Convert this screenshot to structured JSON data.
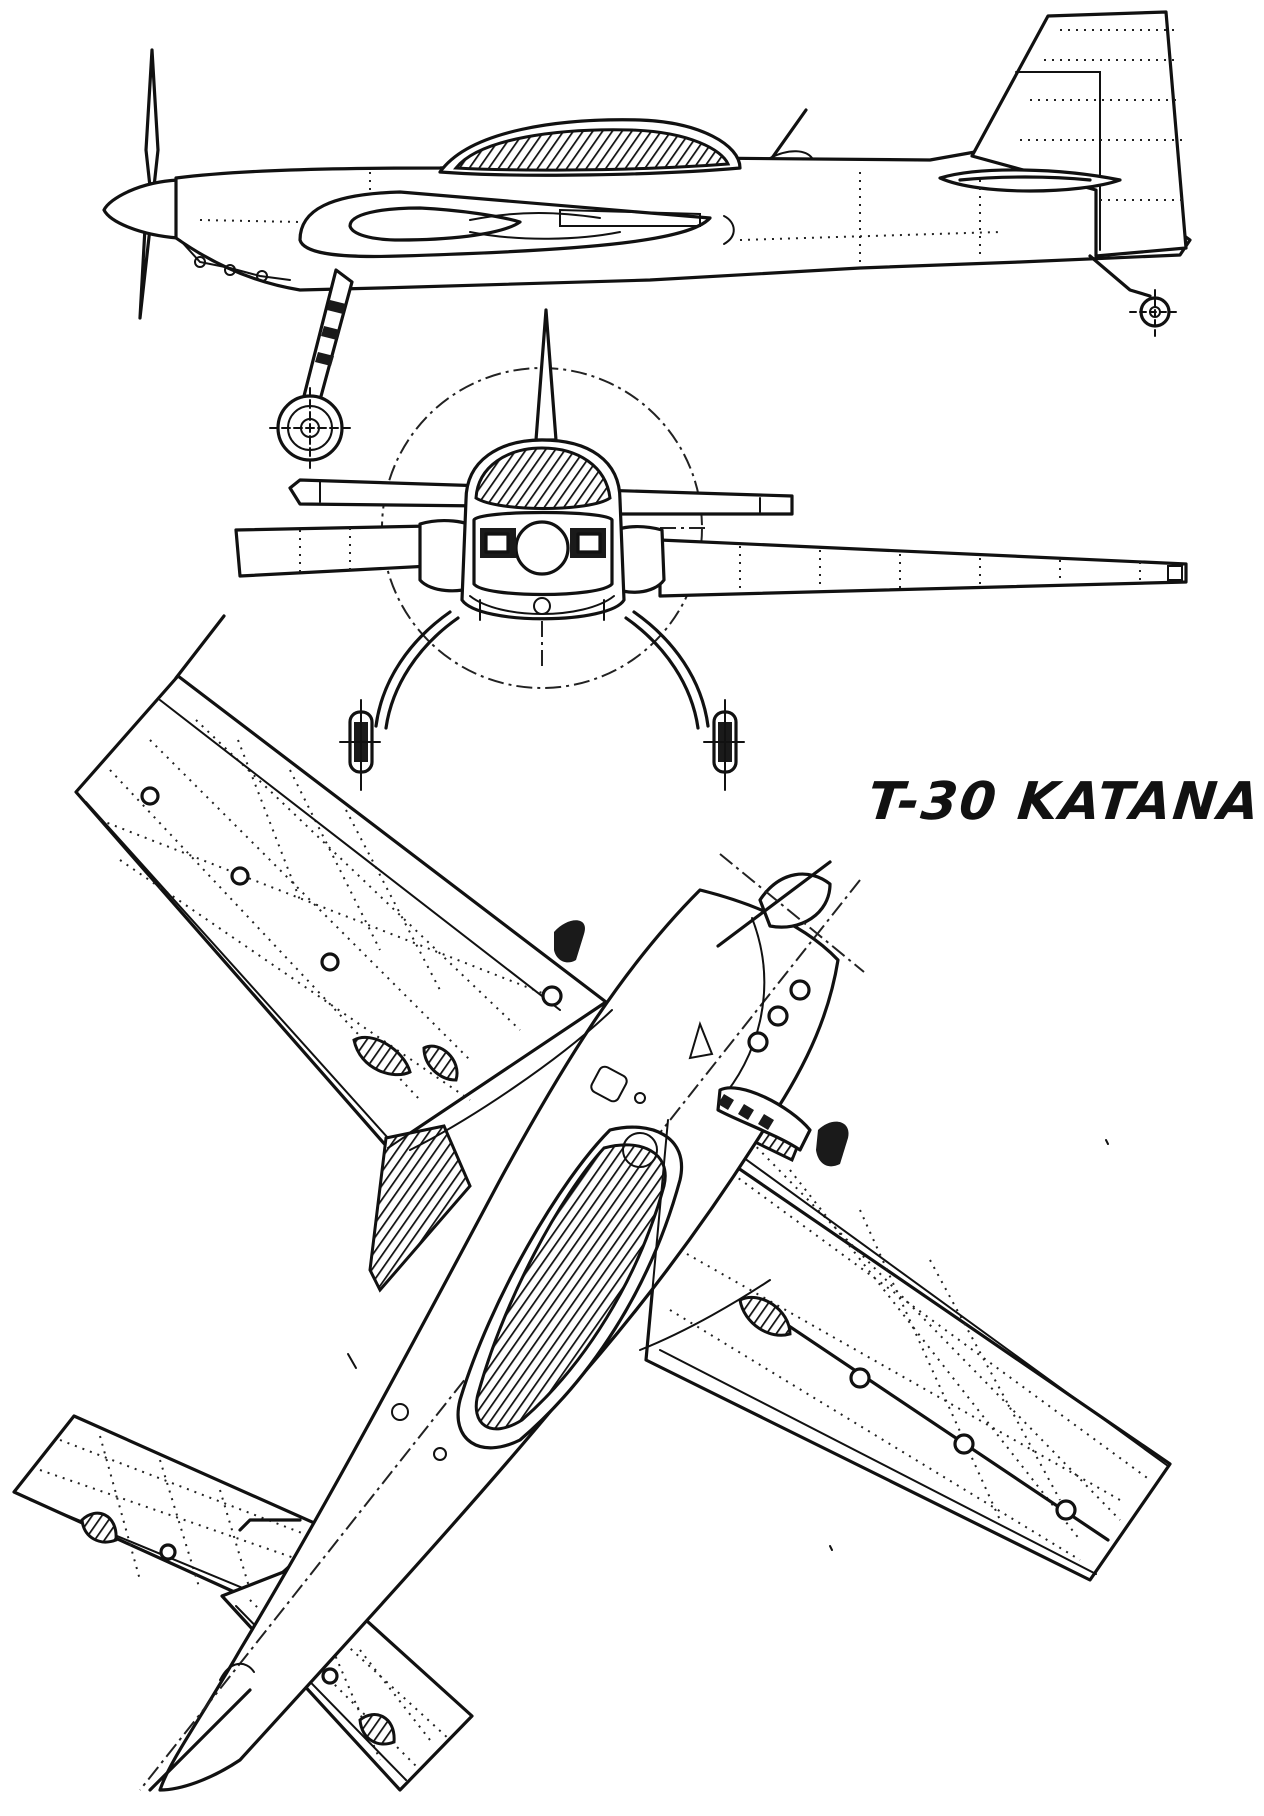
{
  "title": "T-30 KATANA",
  "views": {
    "side": "side-view",
    "front": "front-view",
    "top": "top-view"
  }
}
